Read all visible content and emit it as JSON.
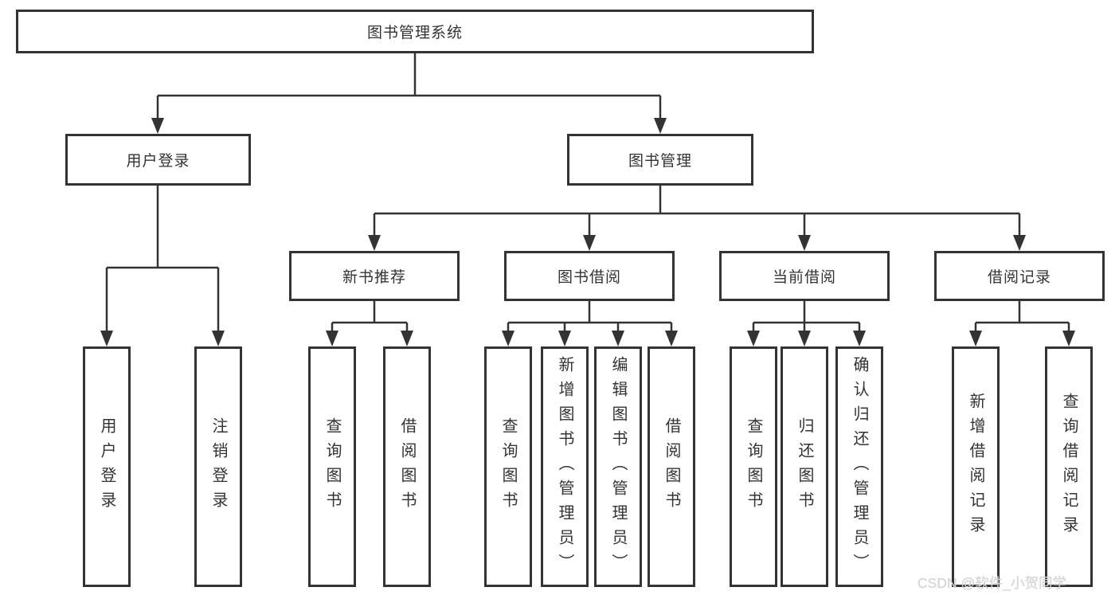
{
  "diagram": {
    "root": {
      "label": "图书管理系统"
    },
    "level2": {
      "user": {
        "label": "用户登录"
      },
      "book": {
        "label": "图书管理"
      }
    },
    "level3": {
      "recommend": {
        "label": "新书推荐"
      },
      "borrow": {
        "label": "图书借阅"
      },
      "current": {
        "label": "当前借阅"
      },
      "records": {
        "label": "借阅记录"
      }
    },
    "leaves": {
      "user_login": {
        "label": "用户登录"
      },
      "user_logout": {
        "label": "注销登录"
      },
      "rec_query": {
        "label": "查询图书"
      },
      "rec_borrow": {
        "label": "借阅图书"
      },
      "bor_query": {
        "label": "查询图书"
      },
      "bor_add": {
        "label": "新增图书（管理员）"
      },
      "bor_edit": {
        "label": "编辑图书（管理员）"
      },
      "bor_lend": {
        "label": "借阅图书"
      },
      "cur_query": {
        "label": "查询图书"
      },
      "cur_return": {
        "label": "归还图书"
      },
      "cur_confirm": {
        "label": "确认归还（管理员）"
      },
      "log_add": {
        "label": "新增借阅记录"
      },
      "log_query": {
        "label": "查询借阅记录"
      }
    }
  },
  "watermark": {
    "text": "CSDN @软件_小贺同学"
  },
  "colors": {
    "line": "#333333",
    "text": "#333333",
    "background": "#ffffff",
    "watermark": "#d6d6d6"
  }
}
